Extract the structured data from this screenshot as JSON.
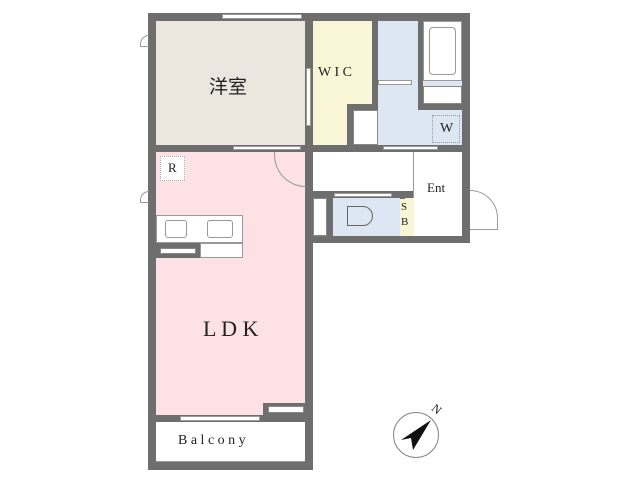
{
  "rooms": {
    "western": "洋室",
    "wic": "W I C",
    "ldk": "L D K",
    "balcony": "B a l c o n y",
    "entrance": "Ent",
    "washer": "W",
    "refrigerator": "R",
    "shoebox": "S B"
  },
  "compass": {
    "north_label": "N"
  },
  "colors": {
    "western": "#ebe7df",
    "wic": "#f8f6d6",
    "wet": "#dde6f3",
    "ldk": "#fde1e5",
    "wall": "#6e6e6e"
  }
}
